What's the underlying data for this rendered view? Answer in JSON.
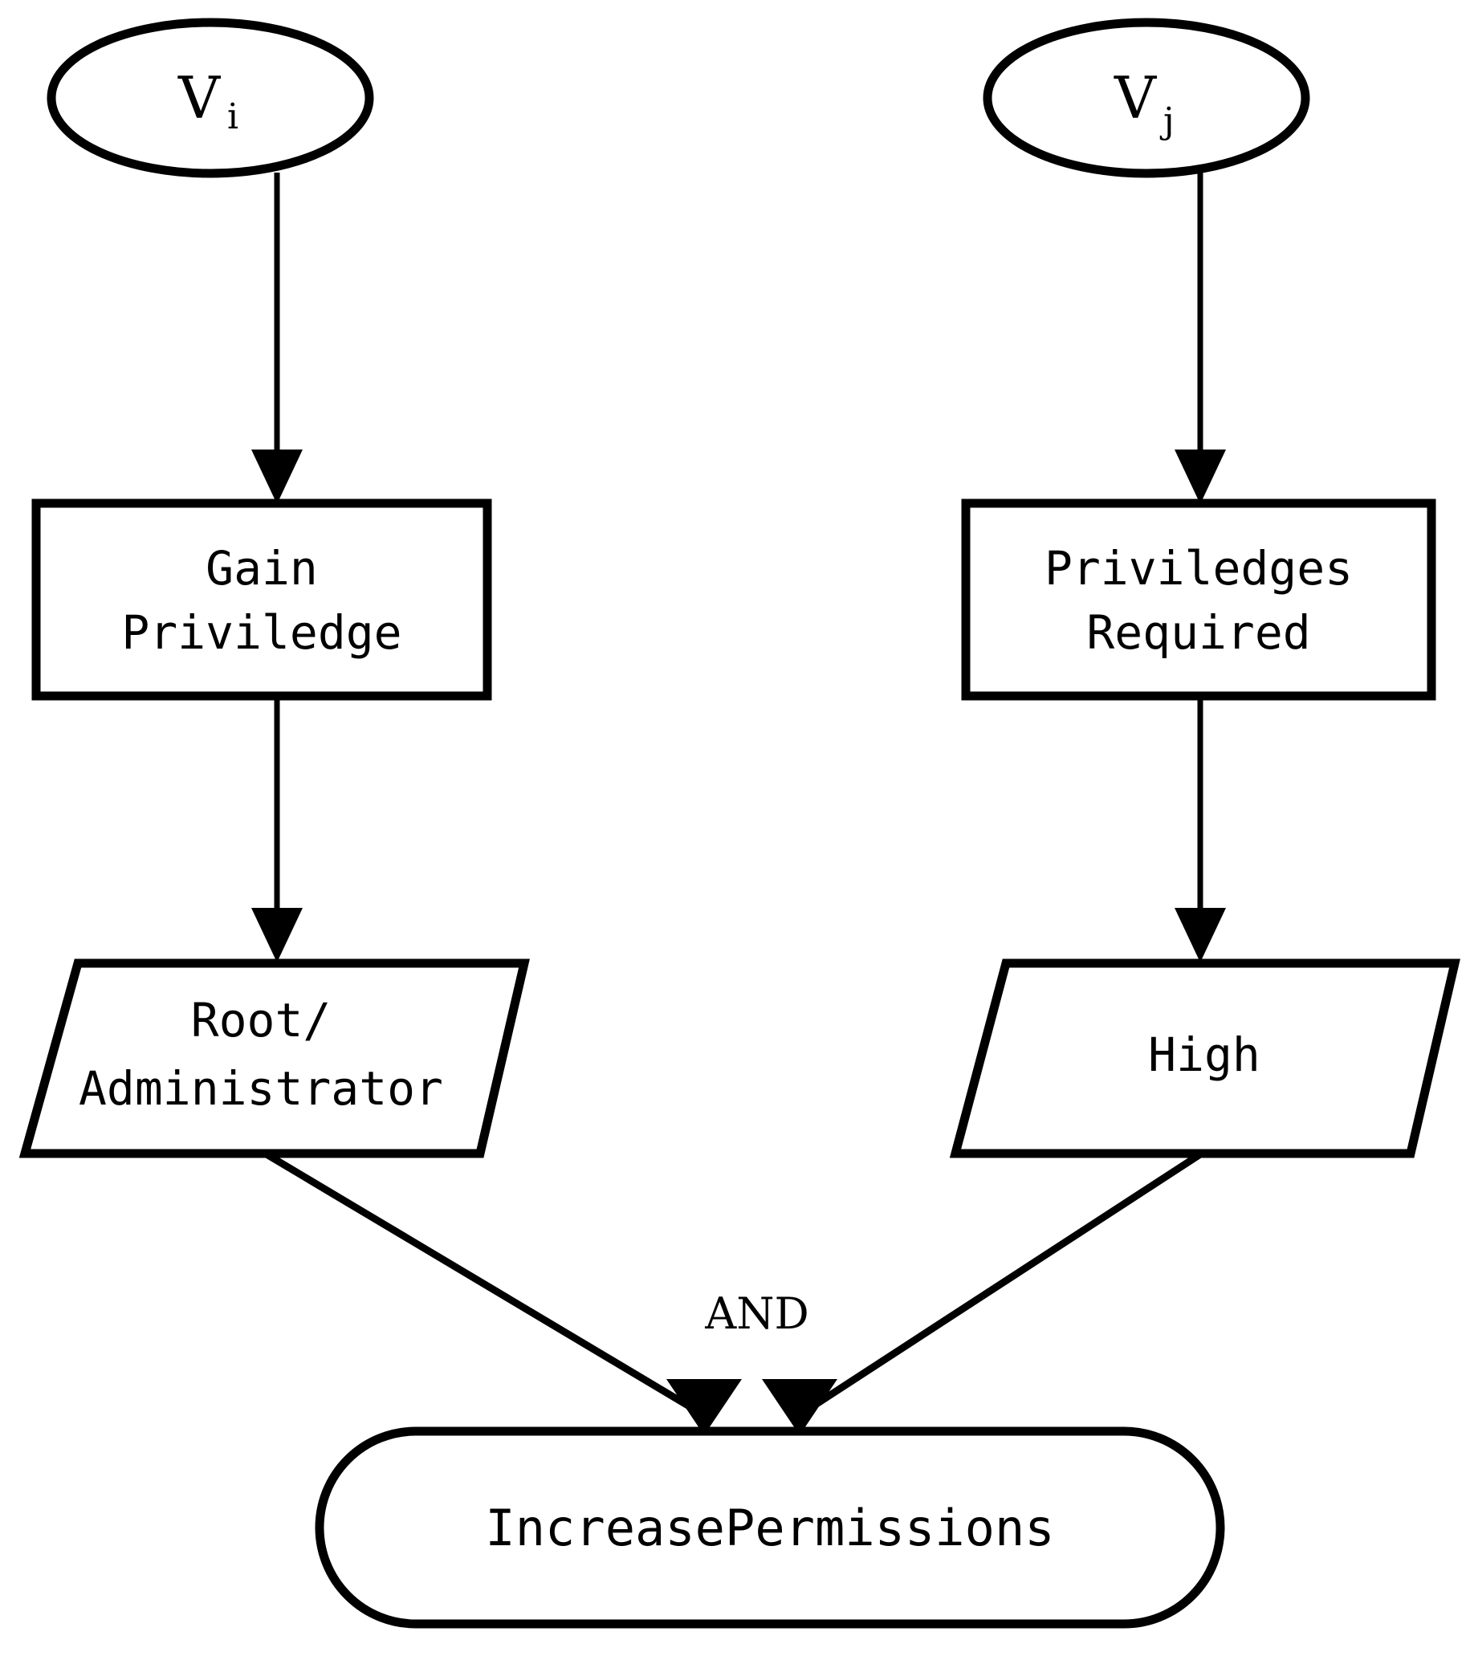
{
  "diagram": {
    "type": "attack-graph-and-node",
    "background_color": "#ffffff",
    "stroke_color": "#000000",
    "nodes": {
      "source_left": {
        "label_base": "V",
        "label_sub": "i",
        "shape": "ellipse"
      },
      "source_right": {
        "label_base": "V",
        "label_sub": "j",
        "shape": "ellipse"
      },
      "effect_left": {
        "line1": "Gain",
        "line2": "Priviledge",
        "shape": "rectangle"
      },
      "effect_right": {
        "line1": "Priviledges",
        "line2": "Required",
        "shape": "rectangle"
      },
      "value_left": {
        "line1": "Root/",
        "line2": "Administrator",
        "shape": "parallelogram"
      },
      "value_right": {
        "line1": "High",
        "line2": "",
        "shape": "parallelogram"
      },
      "result": {
        "label": "IncreasePermissions",
        "shape": "stadium"
      }
    },
    "edges": {
      "and_operator": "AND",
      "connections": [
        {
          "from": "source_left",
          "to": "effect_left",
          "style": "arrow-down"
        },
        {
          "from": "source_right",
          "to": "effect_right",
          "style": "arrow-down"
        },
        {
          "from": "effect_left",
          "to": "value_left",
          "style": "arrow-down"
        },
        {
          "from": "effect_right",
          "to": "value_right",
          "style": "arrow-down"
        },
        {
          "from": "value_left",
          "to": "result",
          "style": "arrow-diagonal"
        },
        {
          "from": "value_right",
          "to": "result",
          "style": "arrow-diagonal"
        }
      ]
    }
  }
}
